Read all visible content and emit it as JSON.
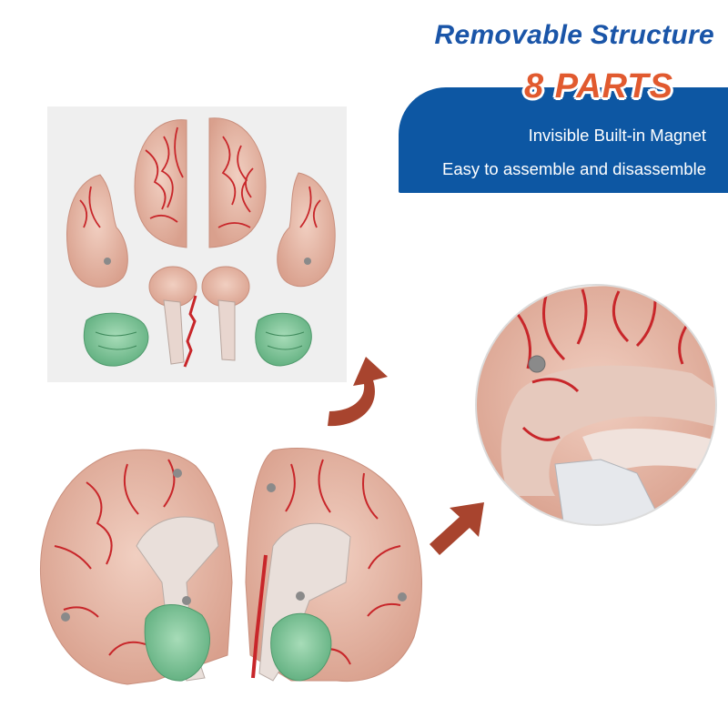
{
  "headline": "Removable Structure",
  "badge": "8 PARTS",
  "features": [
    "Invisible Built-in Magnet",
    "Easy to assemble and disassemble"
  ],
  "colors": {
    "headline": "#1a55a8",
    "banner": "#0d57a3",
    "badge": "#e15a2f",
    "arrow": "#a8442e",
    "brain_tissue": "#e8b9a8",
    "vessels": "#c8262a",
    "cerebellum": "#86c9a0"
  },
  "icons": [
    "curved-arrow-icon",
    "diagonal-arrow-icon"
  ]
}
